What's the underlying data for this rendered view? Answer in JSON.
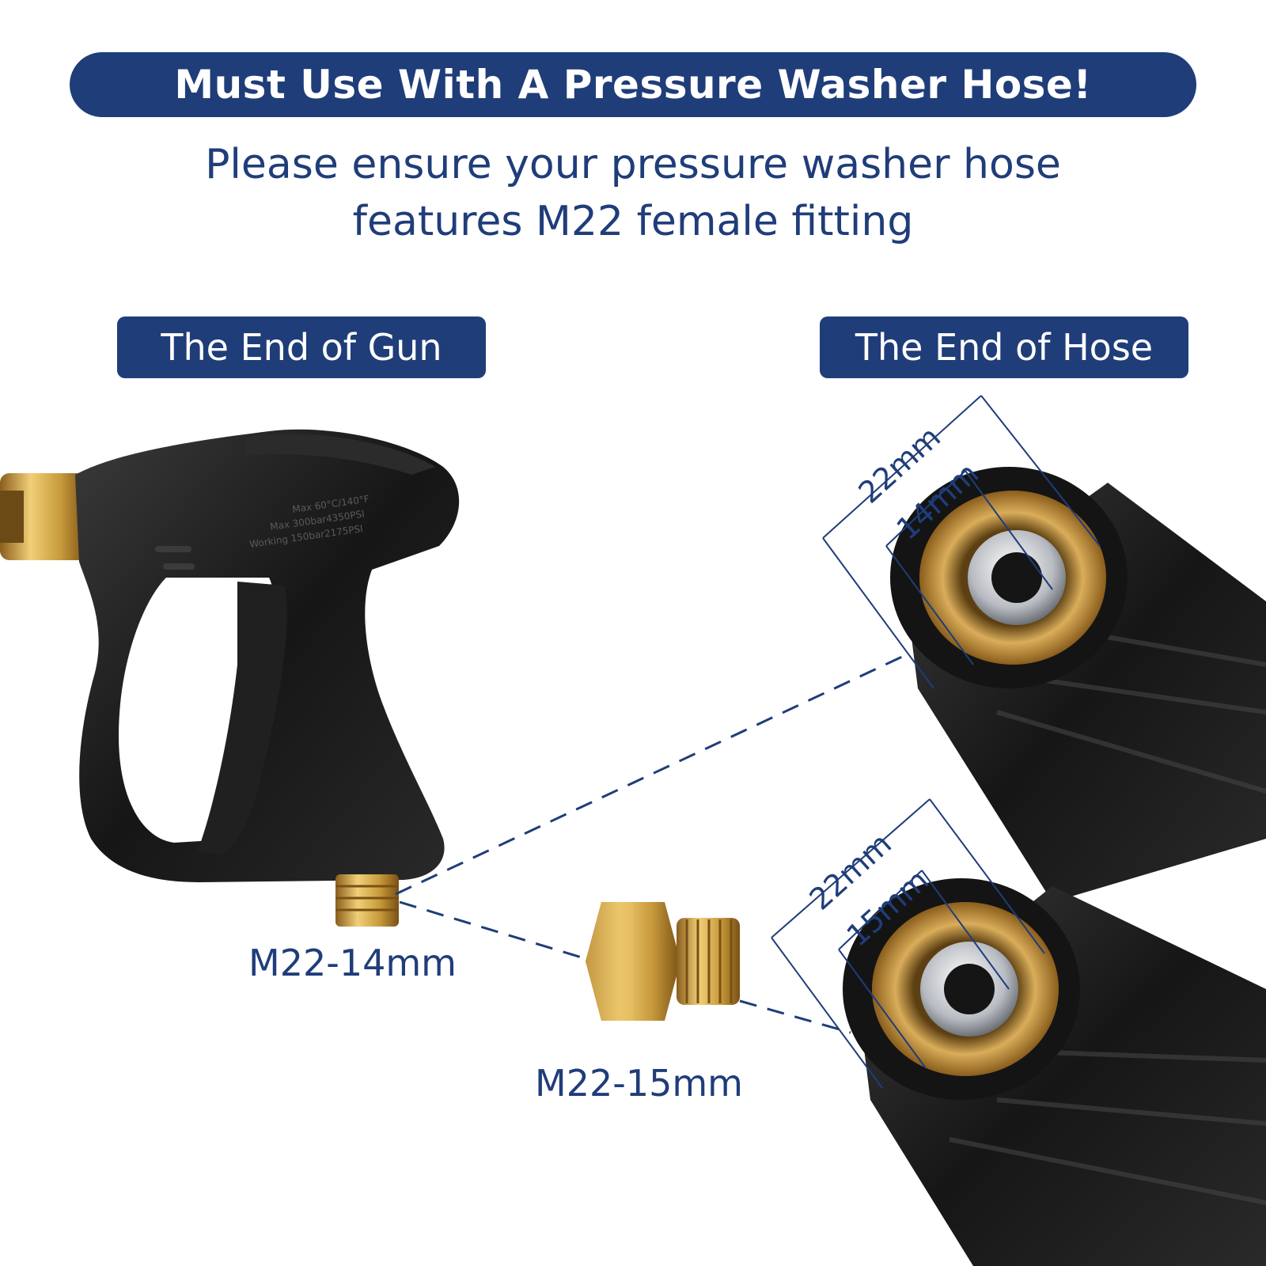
{
  "banner": {
    "title": "Must Use With A Pressure Washer Hose!"
  },
  "subtitle": {
    "line1": "Please ensure your pressure washer hose",
    "line2": "features M22 female fitting"
  },
  "tags": {
    "gun": "The End of Gun",
    "hose": "The End of Hose"
  },
  "gun": {
    "fitting_label": "M22-14mm",
    "engraving": [
      "Max 60°C/140°F",
      "Max 300bar4350PSI",
      "Working 150bar2175PSI"
    ]
  },
  "adapter": {
    "label": "M22-15mm"
  },
  "hose_top": {
    "outer_dim": "22mm",
    "inner_dim": "14mm"
  },
  "hose_bottom": {
    "outer_dim": "22mm",
    "inner_dim": "15mm"
  },
  "colors": {
    "navy": "#1f3d79",
    "brass": "#c79a3b",
    "black": "#1b1b1b"
  }
}
